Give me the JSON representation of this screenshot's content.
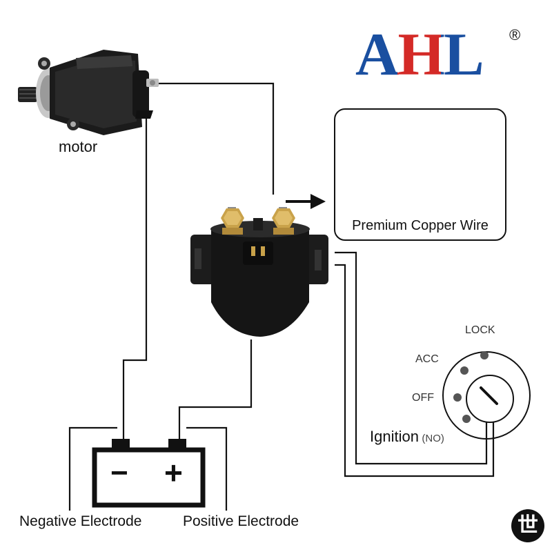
{
  "brand": {
    "logo_text": "AHL",
    "registered_mark": "®"
  },
  "components": {
    "motor_label": "motor",
    "copper_caption": "Premium Copper Wire",
    "ignition_label": "Ignition",
    "ignition_mode": "(NO)",
    "switch_positions": {
      "lock": "LOCK",
      "acc": "ACC",
      "off": "OFF"
    }
  },
  "battery": {
    "negative_symbol": "−",
    "positive_symbol": "+",
    "negative_label": "Negative Electrode",
    "positive_label": "Positive Electrode"
  },
  "corner_badge": "世",
  "colors": {
    "logo_blue": "#1a4fa0",
    "logo_red": "#d42a27",
    "wire": "#111111",
    "copper": "#b5561c"
  }
}
